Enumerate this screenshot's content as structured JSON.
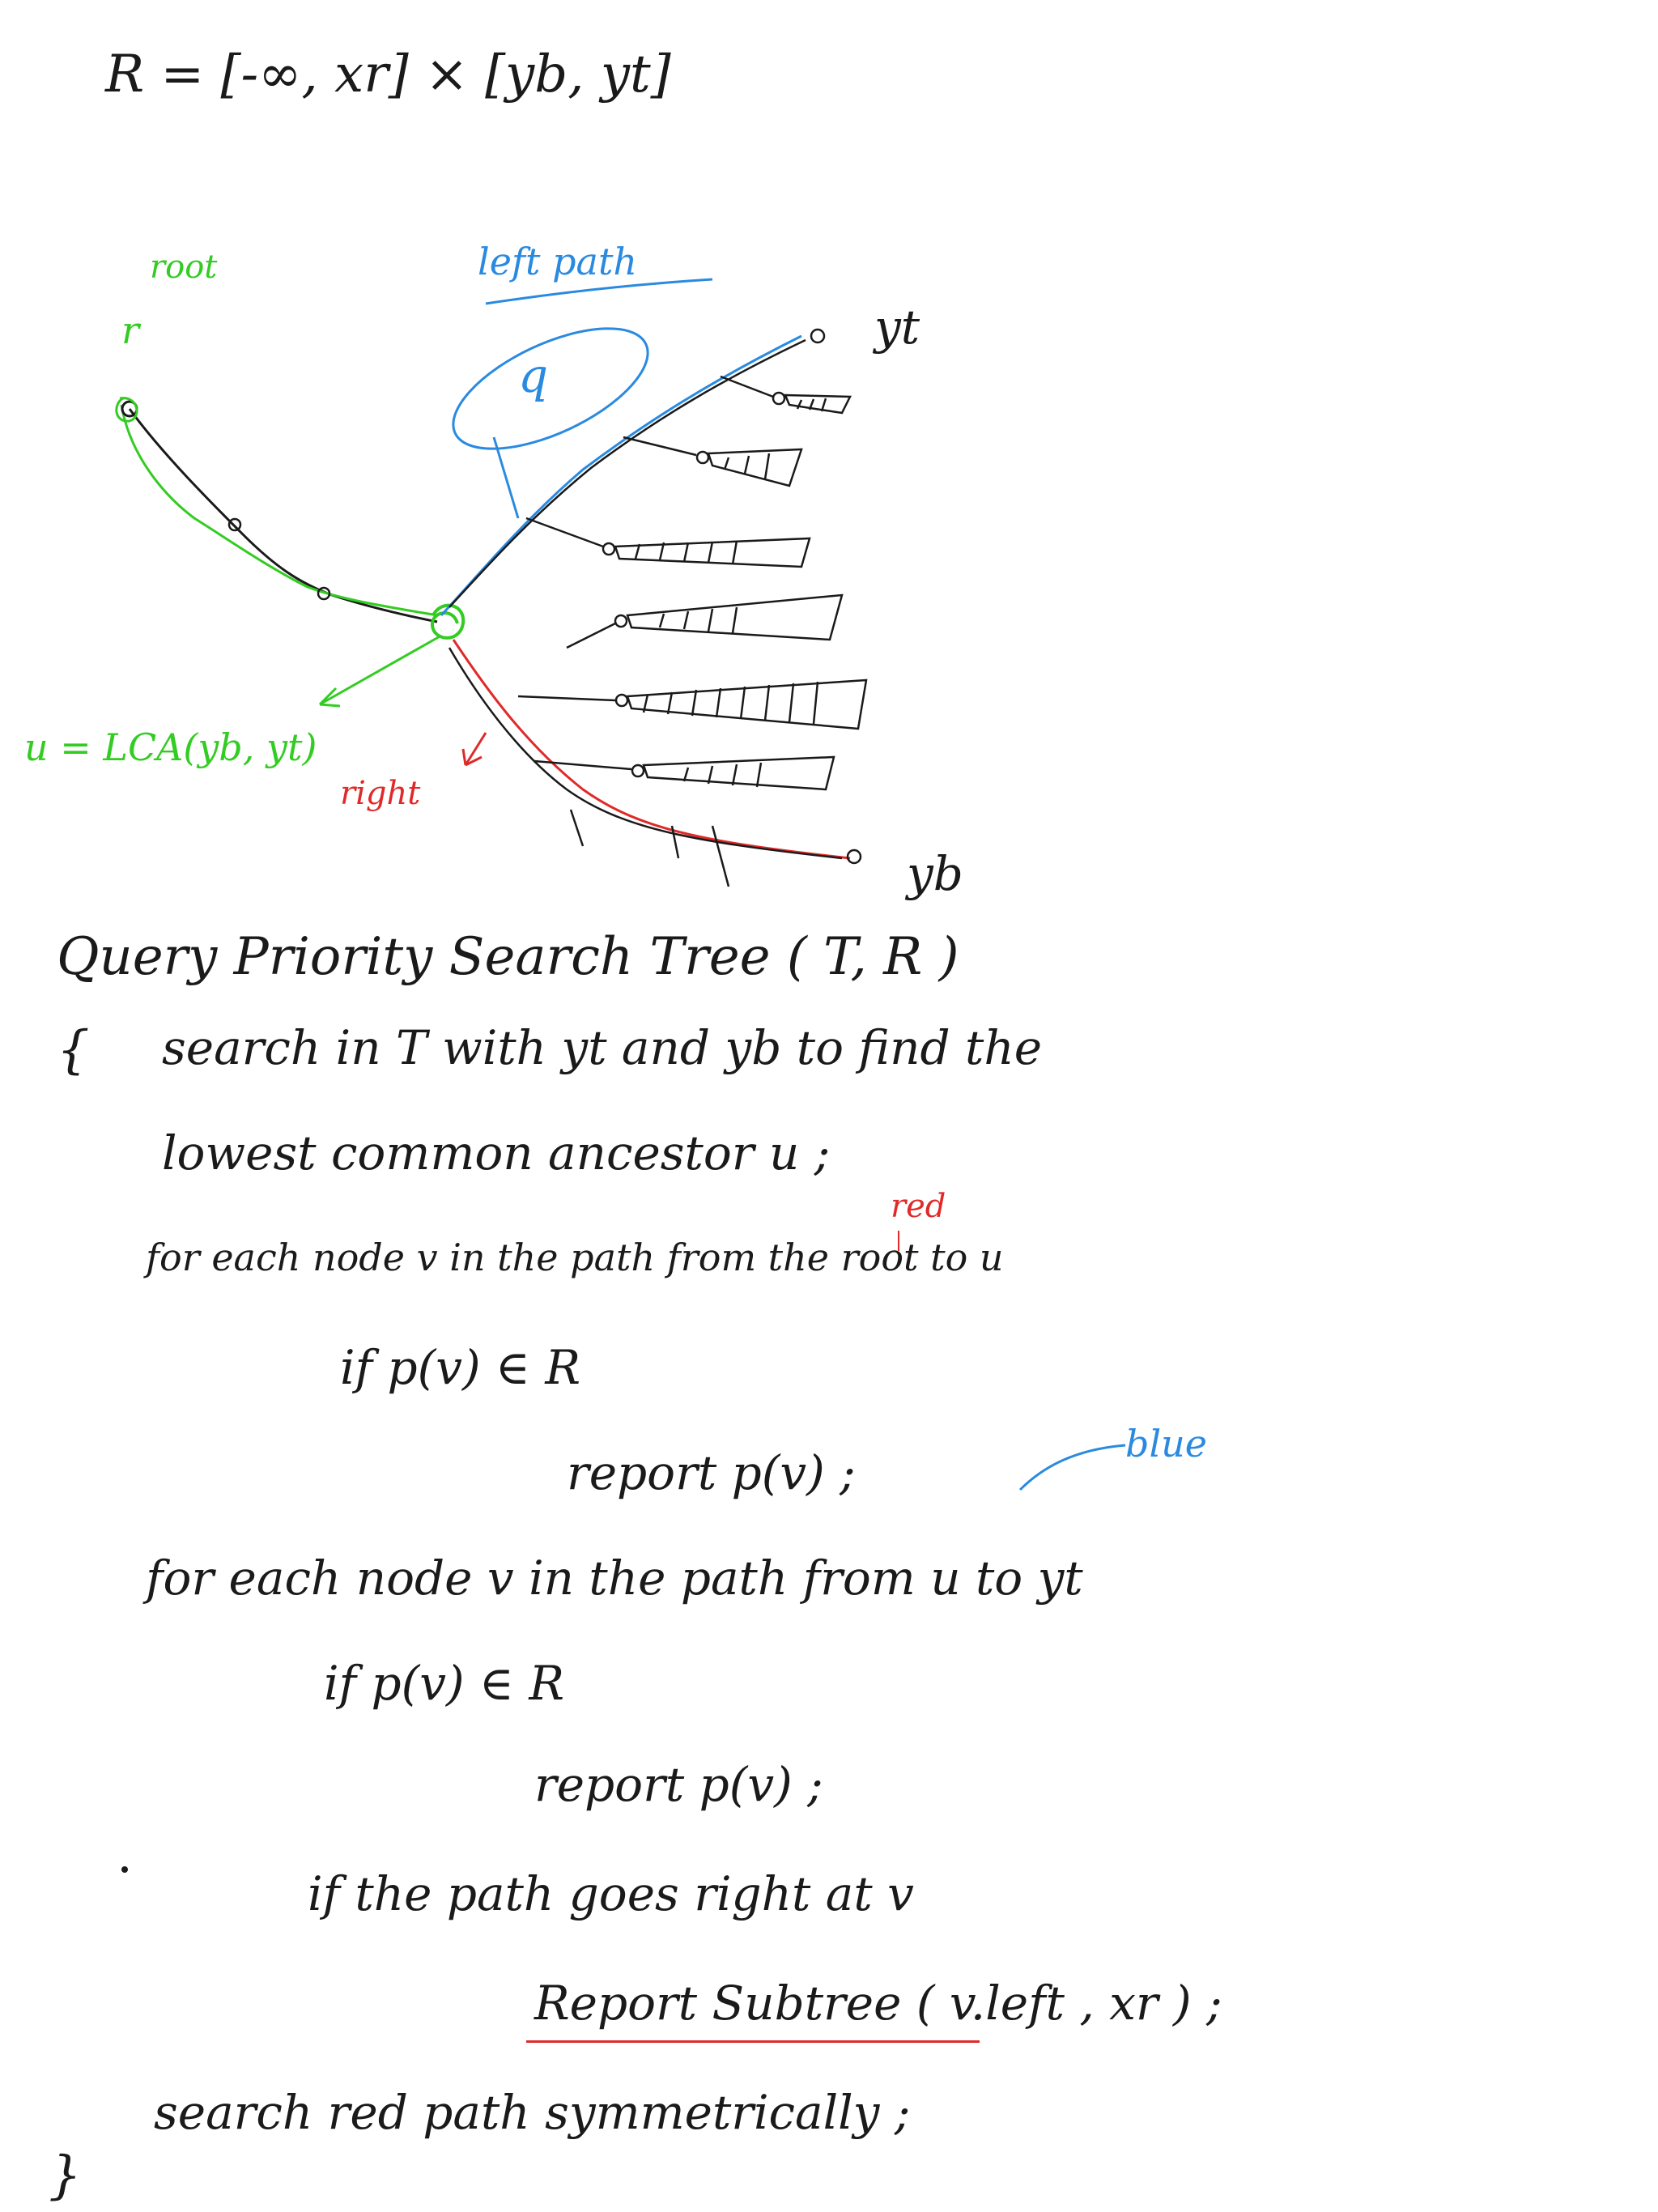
{
  "range_def": "R = [-∞, xr] × [yb, yt]",
  "diagram": {
    "root_label": "root",
    "root_var": "r",
    "left_path_label": "left path",
    "lca_label": "u = LCA(yb, yt)",
    "right_label": "right",
    "q_label": "q",
    "yt_label": "yt",
    "yb_label": "yb"
  },
  "pseudocode": {
    "header": "Query Priority Search Tree ( T, R )",
    "open_brace": "{",
    "line1": "search in T with yt and yb to find the",
    "line2": "lowest common ancestor u ;",
    "red_note": "red",
    "line3": "for each node v in the path from the root to u",
    "line4": "if p(v) ∈ R",
    "line5": "report p(v) ;",
    "blue_note": "blue",
    "line6": "for each node v in the path from u to yt",
    "line7": "if p(v) ∈ R",
    "line8": "report p(v) ;",
    "line9": "if the path goes right at v",
    "line10": "Report Subtree ( v.left , xr ) ;",
    "line11": "search red path symmetrically ;",
    "close_brace": "}"
  },
  "colors": {
    "ink": "#1a1a1a",
    "green": "#33cc22",
    "blue": "#2a8ae0",
    "red": "#e02a2a"
  }
}
